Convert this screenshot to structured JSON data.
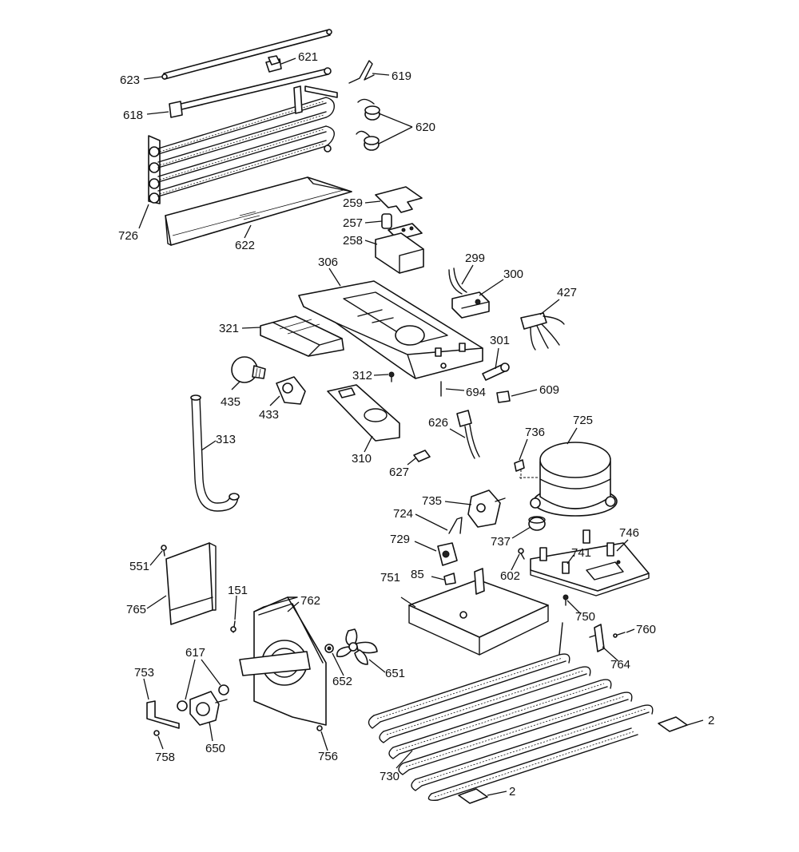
{
  "labels": {
    "p623": "623",
    "p621": "621",
    "p619": "619",
    "p618": "618",
    "p620": "620",
    "p726": "726",
    "p622": "622",
    "p259": "259",
    "p257": "257",
    "p258": "258",
    "p306": "306",
    "p299": "299",
    "p300": "300",
    "p427": "427",
    "p321": "321",
    "p301": "301",
    "p312": "312",
    "p694": "694",
    "p609": "609",
    "p435": "435",
    "p433": "433",
    "p313": "313",
    "p310": "310",
    "p626": "626",
    "p725": "725",
    "p736": "736",
    "p627": "627",
    "p735": "735",
    "p724": "724",
    "p729": "729",
    "p737": "737",
    "p746": "746",
    "p741": "741",
    "p551": "551",
    "p85": "85",
    "p602": "602",
    "p751": "751",
    "p151": "151",
    "p762": "762",
    "p765": "765",
    "p750": "750",
    "p760": "760",
    "p764": "764",
    "p617": "617",
    "p753": "753",
    "p652": "652",
    "p651": "651",
    "p2a": "2",
    "p650": "650",
    "p758": "758",
    "p756": "756",
    "p730": "730",
    "p2b": "2"
  }
}
